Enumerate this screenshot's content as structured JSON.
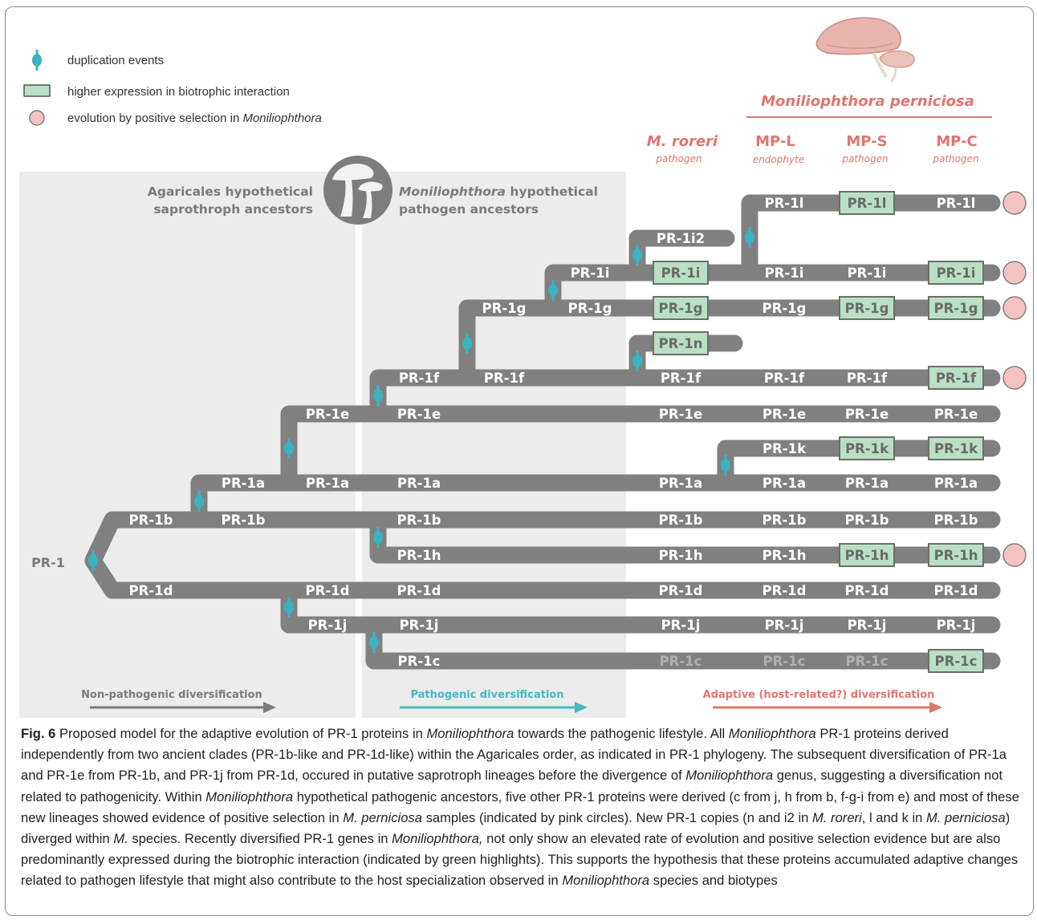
{
  "legend": {
    "duplication": "duplication events",
    "expression": "higher expression in biotrophic interaction",
    "selection_prefix": "evolution by positive selection in ",
    "selection_genus": "Moniliophthora"
  },
  "headers": {
    "species_title": "Moniliophthora perniciosa",
    "mroreri": "M. roreri",
    "mroreri_life": "pathogen",
    "mpl": "MP-L",
    "mpl_life": "endophyte",
    "mps": "MP-S",
    "mps_life": "pathogen",
    "mpc": "MP-C",
    "mpc_life": "pathogen",
    "agaricales_1": "Agaricales hypothetical",
    "agaricales_2": "saprothroph ancestors",
    "monilio_genus": "Moniliophthora",
    "monilio_1": " hypothetical",
    "monilio_2": "pathogen ancestors"
  },
  "root_label": "PR-1",
  "bottom": {
    "non_pathogenic": "Non-pathogenic diversification",
    "pathogenic": "Pathogenic diversification",
    "adaptive": "Adaptive (host-related?) diversification"
  },
  "colors": {
    "branch": "#808080",
    "duplication": "#3bb3c3",
    "highlight_fill": "#b9dfc5",
    "highlight_border": "#6d6d6d",
    "selection_fill": "#f2c3c1",
    "selection_border": "#7f7f7f",
    "accent_red": "#e0766f",
    "teal": "#45b8c3",
    "panel_gray": "#ececec",
    "faded_text": "#b0b0b0"
  },
  "lineages": [
    {
      "id": "l",
      "labels": {
        "mpl": "PR-1l",
        "mps": "PR-1l",
        "mpc": "PR-1l"
      },
      "highlight": [
        "mps"
      ],
      "positive_selection": true
    },
    {
      "id": "i2",
      "labels": {
        "mr": "PR-1i2"
      },
      "highlight": [],
      "positive_selection": false
    },
    {
      "id": "i",
      "labels": {
        "b3": "PR-1i",
        "mr": "PR-1i",
        "mpl": "PR-1i",
        "mps": "PR-1i",
        "mpc": "PR-1i"
      },
      "highlight": [
        "mr",
        "mpc"
      ],
      "positive_selection": true
    },
    {
      "id": "g",
      "labels": {
        "b2": "PR-1g",
        "b3": "PR-1g",
        "mr": "PR-1g",
        "mpl": "PR-1g",
        "mps": "PR-1g",
        "mpc": "PR-1g"
      },
      "highlight": [
        "mr",
        "mps",
        "mpc"
      ],
      "positive_selection": true
    },
    {
      "id": "n",
      "labels": {
        "mr": "PR-1n"
      },
      "highlight": [
        "mr"
      ],
      "positive_selection": false
    },
    {
      "id": "f",
      "labels": {
        "a3": "PR-1f",
        "b2": "PR-1f",
        "mr": "PR-1f",
        "mpl": "PR-1f",
        "mps": "PR-1f",
        "mpc": "PR-1f"
      },
      "highlight": [
        "mpc"
      ],
      "positive_selection": true
    },
    {
      "id": "e",
      "labels": {
        "a2": "PR-1e",
        "a3": "PR-1e",
        "mr": "PR-1e",
        "mpl": "PR-1e",
        "mps": "PR-1e",
        "mpc": "PR-1e"
      },
      "highlight": [],
      "positive_selection": false
    },
    {
      "id": "k",
      "labels": {
        "mpl": "PR-1k",
        "mps": "PR-1k",
        "mpc": "PR-1k"
      },
      "highlight": [
        "mps",
        "mpc"
      ],
      "positive_selection": false
    },
    {
      "id": "a",
      "labels": {
        "a1": "PR-1a",
        "a2": "PR-1a",
        "a3": "PR-1a",
        "mr": "PR-1a",
        "mpl": "PR-1a",
        "mps": "PR-1a",
        "mpc": "PR-1a"
      },
      "highlight": [],
      "positive_selection": false
    },
    {
      "id": "b",
      "labels": {
        "a0": "PR-1b",
        "a1": "PR-1b",
        "a3": "PR-1b",
        "mr": "PR-1b",
        "mpl": "PR-1b",
        "mps": "PR-1b",
        "mpc": "PR-1b"
      },
      "highlight": [],
      "positive_selection": false
    },
    {
      "id": "h",
      "labels": {
        "a3": "PR-1h",
        "mr": "PR-1h",
        "mpl": "PR-1h",
        "mps": "PR-1h",
        "mpc": "PR-1h"
      },
      "highlight": [
        "mps",
        "mpc"
      ],
      "positive_selection": true
    },
    {
      "id": "d",
      "labels": {
        "a0": "PR-1d",
        "a2": "PR-1d",
        "a3": "PR-1d",
        "mr": "PR-1d",
        "mpl": "PR-1d",
        "mps": "PR-1d",
        "mpc": "PR-1d"
      },
      "highlight": [],
      "positive_selection": false
    },
    {
      "id": "j",
      "labels": {
        "a2": "PR-1j",
        "a3": "PR-1j",
        "mr": "PR-1j",
        "mpl": "PR-1j",
        "mps": "PR-1j",
        "mpc": "PR-1j"
      },
      "highlight": [],
      "positive_selection": false
    },
    {
      "id": "c",
      "labels": {
        "a3": "PR-1c",
        "mr": "PR-1c",
        "mpl": "PR-1c",
        "mps": "PR-1c",
        "mpc": "PR-1c"
      },
      "highlight": [
        "mpc"
      ],
      "faded": [
        "mr",
        "mpl",
        "mps"
      ],
      "positive_selection": false
    }
  ],
  "caption": [
    {
      "t": "Fig. 6",
      "b": true
    },
    {
      "t": "  Proposed model for the adaptive evolution of PR-1 proteins in "
    },
    {
      "t": "Moniliophthora",
      "i": true
    },
    {
      "t": " towards the pathogenic lifestyle. All "
    },
    {
      "t": "Moniliophthora",
      "i": true
    },
    {
      "t": " PR-1 proteins derived independently from two ancient clades (PR-1b-like and PR-1d-like) within the Agaricales order, as indicated in PR-1 phylogeny. The subsequent diversification of PR-1a and PR-1e from PR-1b, and PR-1j from PR-1d, occured in putative saprotroph lineages before the divergence of "
    },
    {
      "t": "Moniliophthora",
      "i": true
    },
    {
      "t": " genus, suggesting a diversification not related to pathogenicity. Within "
    },
    {
      "t": "Moniliophthora",
      "i": true
    },
    {
      "t": " hypothetical pathogenic ancestors, five other PR-1 proteins were derived (c from j, h from b, f-g-i from e) and most of these new lineages showed evidence of positive selection in "
    },
    {
      "t": "M. perniciosa",
      "i": true
    },
    {
      "t": " samples (indicated by pink circles). New PR-1 copies (n and i2 in "
    },
    {
      "t": "M. roreri",
      "i": true
    },
    {
      "t": ", l and k in "
    },
    {
      "t": "M. perniciosa",
      "i": true
    },
    {
      "t": ") diverged within "
    },
    {
      "t": "M.",
      "i": true
    },
    {
      "t": " species. Recently diversified PR-1 genes in "
    },
    {
      "t": "Moniliophthora,",
      "i": true
    },
    {
      "t": " not only show an elevated rate of evolution and positive selection evidence but are also predominantly expressed during the biotrophic interaction (indicated by green highlights). This supports the hypothesis that these proteins accumulated adaptive changes related to pathogen lifestyle that might also contribute to the host specialization observed in "
    },
    {
      "t": "Moniliophthora",
      "i": true
    },
    {
      "t": " species and biotypes"
    }
  ]
}
